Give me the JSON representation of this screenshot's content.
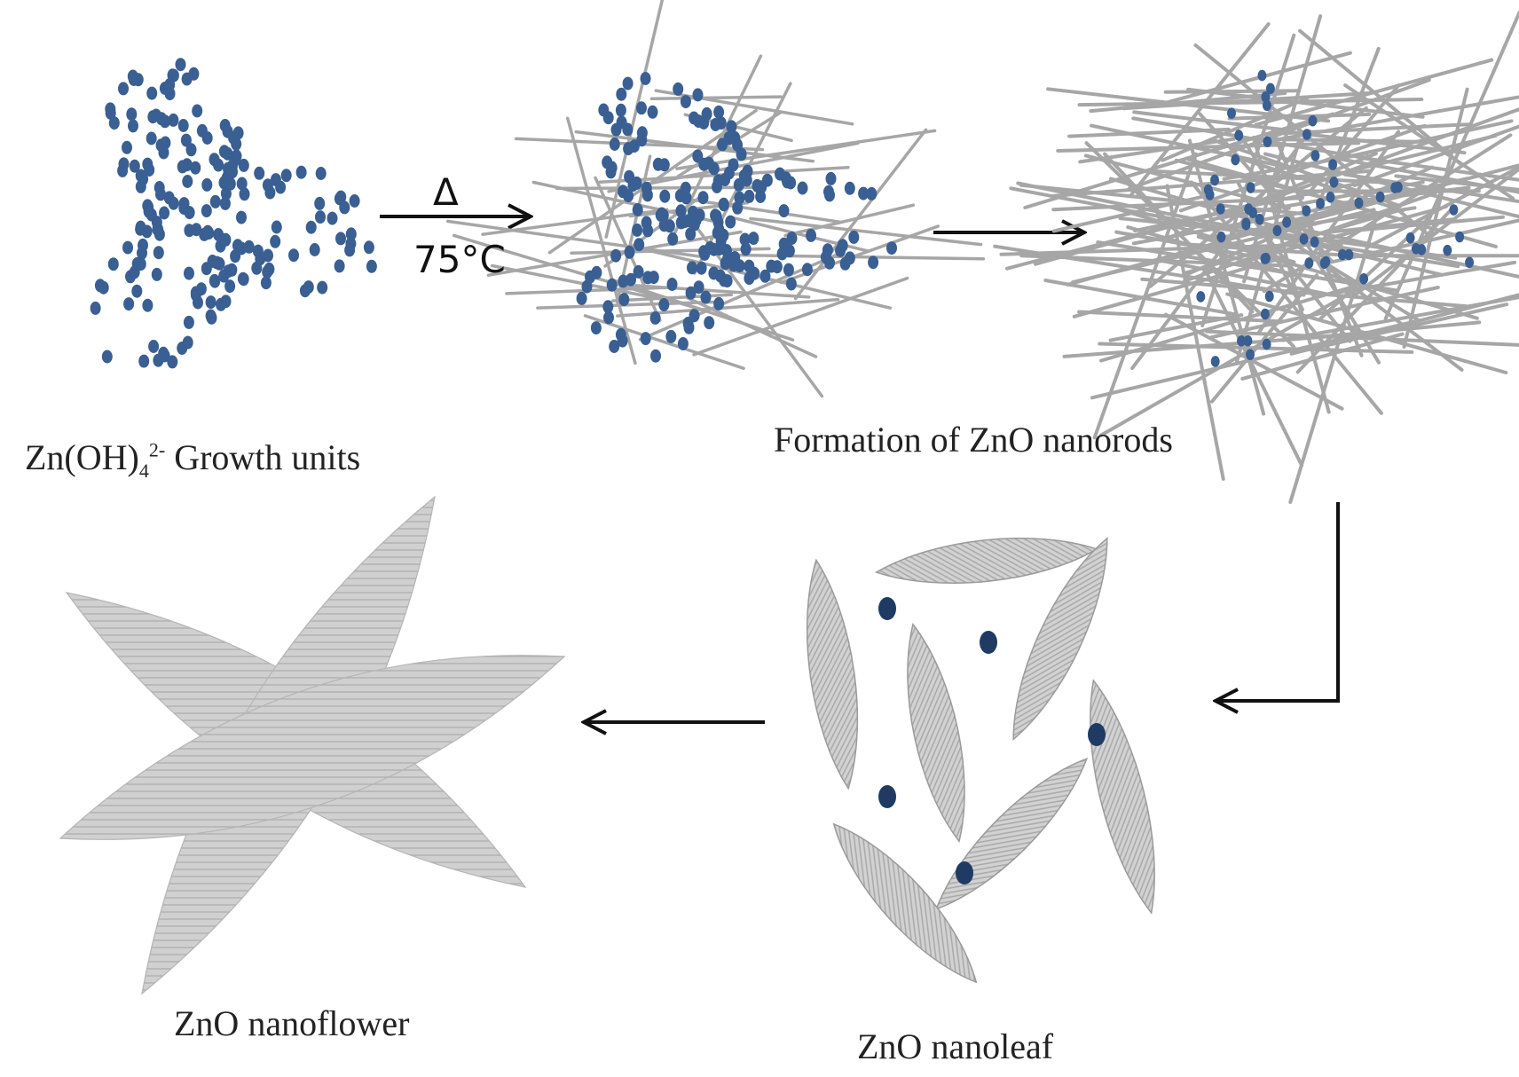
{
  "labels": {
    "growth_units_main": "Zn(OH)",
    "growth_units_sub": "4",
    "growth_units_sup": "2-",
    "growth_units_suffix": " Growth units",
    "nanorods": "Formation of ZnO nanorods",
    "nanoleaf": "ZnO nanoleaf",
    "nanoflower": "ZnO nanoflower"
  },
  "conditions": {
    "symbol": "Δ",
    "temperature": "75°C"
  },
  "colors": {
    "dot": "#3a5f92",
    "dot_dark": "#1f3b63",
    "rod": "#a6a6a6",
    "leaf": "#c9c9c9",
    "leaf_stroke": "#9a9a9a",
    "arrow": "#111111"
  }
}
